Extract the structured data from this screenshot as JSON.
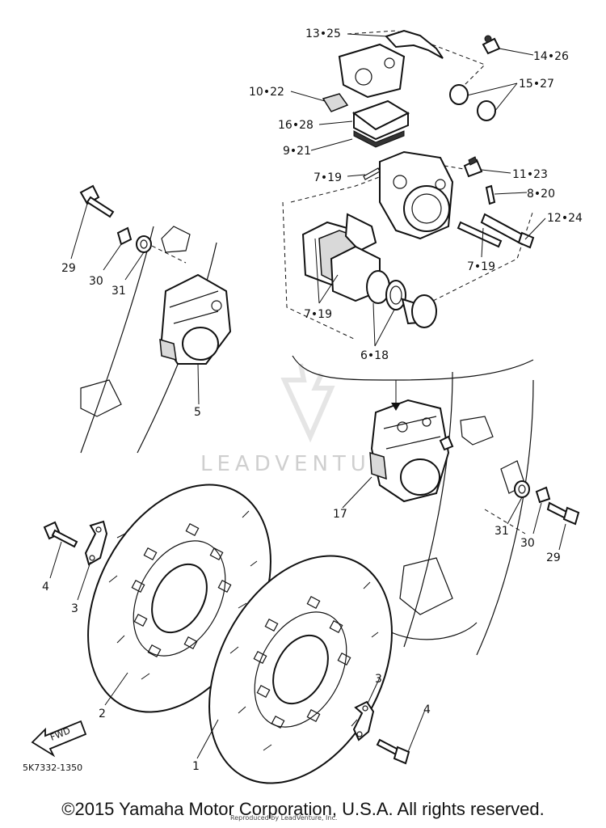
{
  "diagram": {
    "watermark": "LEADVENTU",
    "drawing_code": "5K7332-1350",
    "direction_arrow": "FWD",
    "copyright": "©2015 Yamaha Motor Corporation, U.S.A. All rights reserved.",
    "reprint_note": "Reproduced by LeadVenture, Inc.",
    "callouts": [
      "13•25",
      "14•26",
      "15•27",
      "10•22",
      "16•28",
      "9•21",
      "7•19",
      "11•23",
      "8•20",
      "12•24",
      "7•19",
      "7•19",
      "6•18",
      "29",
      "30",
      "31",
      "5",
      "17",
      "31",
      "30",
      "29",
      "4",
      "3",
      "2",
      "1",
      "3",
      "4"
    ]
  }
}
